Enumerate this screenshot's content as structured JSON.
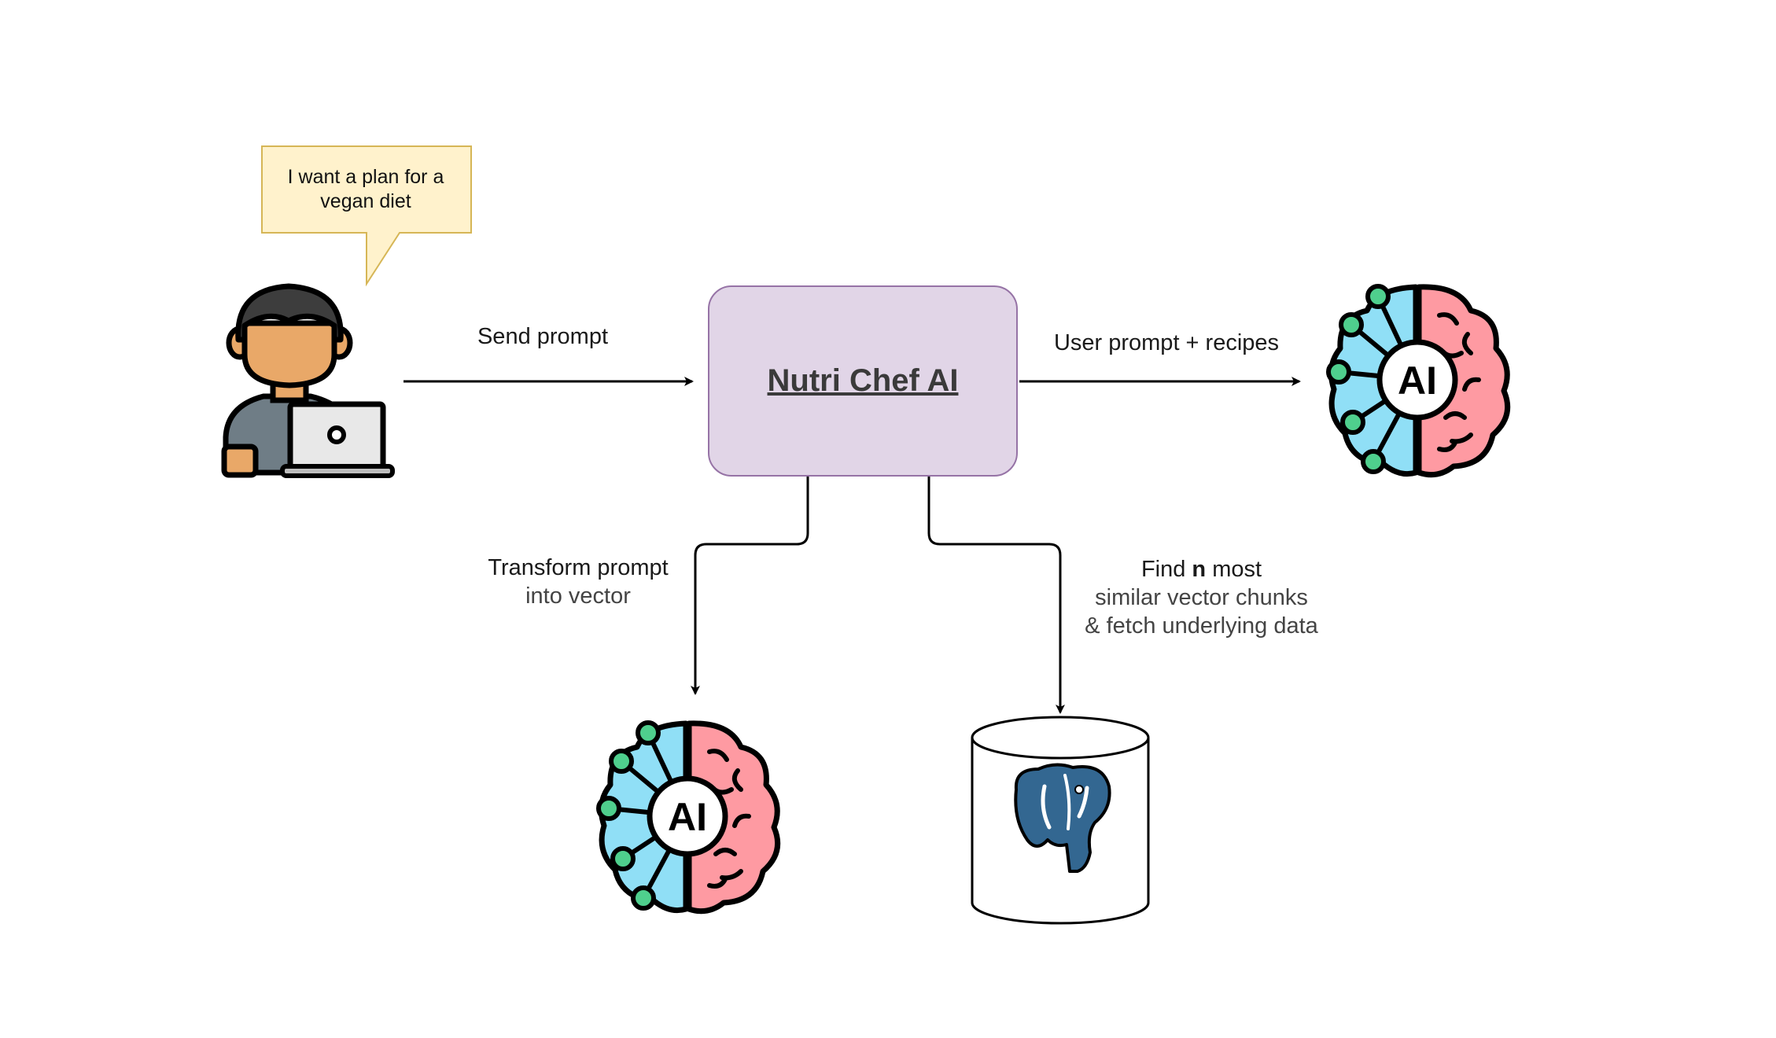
{
  "callout": {
    "text_line1": "I want a plan for a",
    "text_line2": "vegan diet"
  },
  "central_node": {
    "title": "Nutri Chef AI"
  },
  "edges": {
    "send_prompt": "Send prompt",
    "user_prompt_recipes": "User prompt + recipes",
    "transform_line1": "Transform prompt",
    "transform_line2": "into vector",
    "find_prefix": "Find ",
    "find_bold": "n",
    "find_suffix": " most",
    "find_line2": "similar vector chunks",
    "find_line3": "& fetch underlying data"
  },
  "icons": {
    "user": "user-laptop-icon",
    "ai_brain": "ai-brain-icon",
    "database": "postgresql-database-icon"
  },
  "ai_badge": "AI",
  "colors": {
    "node_fill": "#e1d5e7",
    "node_border": "#9673a6",
    "callout_fill": "#fff2cc",
    "callout_border": "#d6b656",
    "brain_left": "#90dff6",
    "brain_right": "#fe9aa2",
    "postgres_blue": "#336791"
  }
}
